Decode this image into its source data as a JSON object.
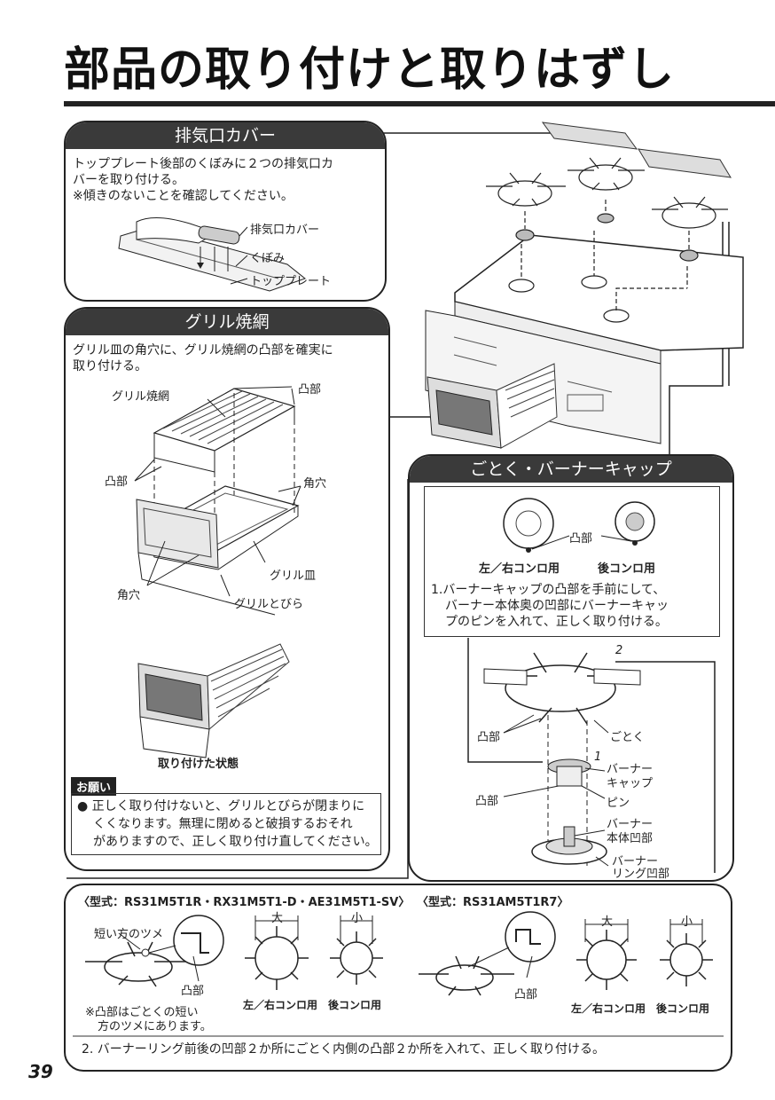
{
  "title": "部品の取り付けと取りはずし",
  "page_number": "39",
  "exhaust": {
    "heading": "排気口カバー",
    "text1": "トッププレート後部のくぼみに２つの排気口カ",
    "text2": "バーを取り付ける。",
    "text3": "※傾きのないことを確認してください。",
    "label_cover": "排気口カバー",
    "label_hollow": "くぼみ",
    "label_plate": "トッププレート"
  },
  "grill": {
    "heading": "グリル焼網",
    "text1": "グリル皿の角穴に、グリル焼網の凸部を確実に",
    "text2": "取り付ける。",
    "label_net": "グリル焼網",
    "label_convex_top": "凸部",
    "label_convex_left": "凸部",
    "label_hole_right": "角穴",
    "label_dish": "グリル皿",
    "label_hole_left": "角穴",
    "label_door": "グリルとびら",
    "installed_caption": "取り付けた状態",
    "notice_head": "お願い",
    "notice1": "● 正しく取り付けないと、グリルとびらが閉まりに",
    "notice2": "くくなります。無理に閉めると破損するおそれ",
    "notice3": "がありますので、正しく取り付け直してください。"
  },
  "burner": {
    "heading": "ごとく・バーナーキャップ",
    "label_convex": "凸部",
    "label_left_right": "左／右コンロ用",
    "label_rear": "後コンロ用",
    "step1_line1": "1.バーナーキャップの凸部を手前にして、",
    "step1_line2": "バーナー本体奥の凹部にバーナーキャッ",
    "step1_line3": "プのピンを入れて、正しく取り付ける。",
    "num2": "2",
    "num1": "1",
    "label_convex_trivet": "凸部",
    "label_trivet": "ごとく",
    "label_cap1": "バーナー",
    "label_cap2": "キャップ",
    "label_convex_cap": "凸部",
    "label_pin": "ピン",
    "label_body1": "バーナー",
    "label_body2": "本体凹部",
    "label_ring1": "バーナー",
    "label_ring2": "リング凹部"
  },
  "models": {
    "model_a": "〈型式：RS31M5T1R・RX31M5T1-D・AE31M5T1-SV〉",
    "model_b": "〈型式：RS31AM5T1R7〉",
    "label_short_claw": "短い方のツメ",
    "label_convex_a": "凸部",
    "note_a1": "※凸部はごとくの短い",
    "note_a2": "方のツメにあります。",
    "label_large_a": "大",
    "label_small_a": "小",
    "label_lr_a": "左／右コンロ用",
    "label_rear_a": "後コンロ用",
    "label_convex_b": "凸部",
    "label_large_b": "大",
    "label_small_b": "小",
    "label_lr_b": "左／右コンロ用",
    "label_rear_b": "後コンロ用",
    "step2": "2. バーナーリング前後の凹部２か所にごとく内側の凸部２か所を入れて、正しく取り付ける。"
  }
}
